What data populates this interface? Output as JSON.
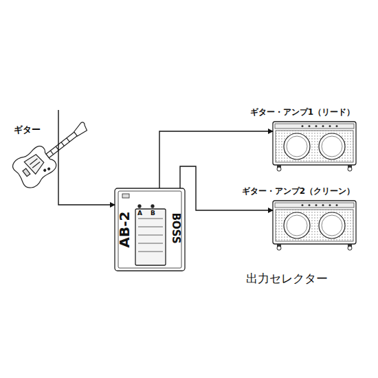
{
  "diagram": {
    "caption": "出力セレクター",
    "nodes": [
      {
        "text": [
          "ギター"
        ]
      },
      {
        "text": [
          "AB-2",
          "BOSS",
          "A",
          "B"
        ]
      },
      {
        "text": [
          "ギター・アンプ1（リード）"
        ]
      },
      {
        "text": [
          "ギター・アンプ2（クリーン）"
        ]
      }
    ],
    "edges": [
      {
        "from": 0,
        "to": 1,
        "arrow": "to"
      },
      {
        "from": 1,
        "to": 2,
        "arrow": "to"
      },
      {
        "from": 1,
        "to": 3,
        "arrow": "to"
      }
    ]
  }
}
